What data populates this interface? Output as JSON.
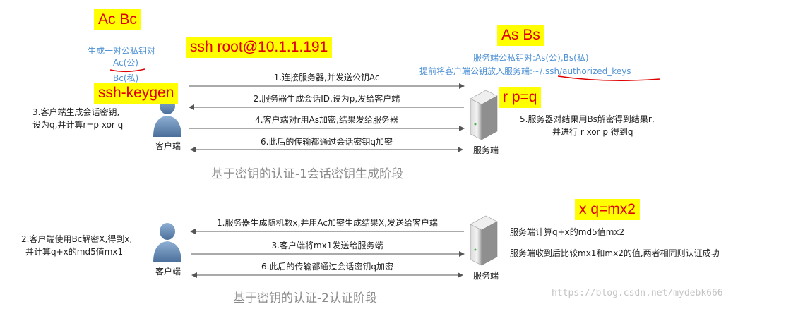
{
  "highlights": {
    "ac_bc": "Ac  Bc",
    "ssh_root": "ssh root@10.1.1.191",
    "as_bs": "As  Bs",
    "ssh_keygen": "ssh-keygen",
    "r_p_q": "r  p=q",
    "x_q_mx2": "x  q=mx2"
  },
  "top": {
    "client_keys_title": "生成一对公私钥对",
    "client_pub": "Ac(公)",
    "client_priv": "Bc(私)",
    "server_keys_line1": "服务端公私钥对:As(公),Bs(私)",
    "server_keys_line2": "提前将客户端公钥放入服务端:~/.ssh/authorized_keys",
    "msg1": "1.连接服务器,并发送公钥Ac",
    "msg2": "2.服务器生成会话ID,设为p,发给客户端",
    "msg4": "4.客户端对r用As加密,结果发给服务器",
    "msg6": "6.此后的传输都通过会话密钥q加密",
    "client_note_line1": "3.客户端生成会话密钥,",
    "client_note_line2": "设为q,并计算r=p xor q",
    "server_note_line1": "5.服务器对结果用Bs解密得到结果r,",
    "server_note_line2": "并进行 r xor p 得到q",
    "client_label": "客户端",
    "server_label": "服务端",
    "title": "基于密钥的认证-1会话密钥生成阶段"
  },
  "bottom": {
    "msg1": "1.服务器生成随机数x,并用Ac加密生成结果X,发送给客户端",
    "msg3": "3.客户端将mx1发送给服务端",
    "msg6": "6.此后的传输都通过会话密钥q加密",
    "client_note_line1": "2.客户端使用Bc解密X,得到x,",
    "client_note_line2": "并计算q+x的md5值mx1",
    "server_note_line1": "服务端计算q+x的md5值mx2",
    "server_note_line2": "服务端收到后比较mx1和mx2的值,两者相同则认证成功",
    "client_label": "客户端",
    "server_label": "服务端",
    "title": "基于密钥的认证-2认证阶段"
  },
  "watermark": "https://blog.csdn.net/mydebk666",
  "colors": {
    "highlight_bg": "#ffff00",
    "highlight_text": "#e00000",
    "key_text": "#4f92d6",
    "arrow": "#555555",
    "underline": "#e00000"
  }
}
